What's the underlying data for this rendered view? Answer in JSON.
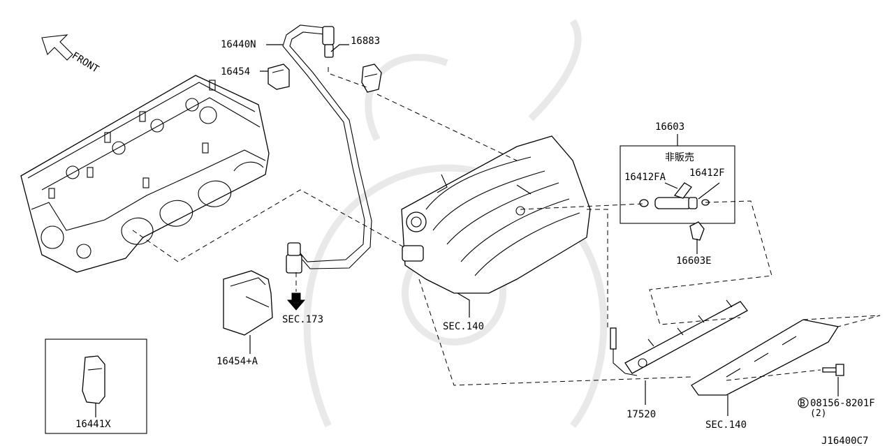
{
  "diagram": {
    "front_label": "FRONT",
    "not_for_sale_label": "非販売",
    "diagram_code": "J16400C7",
    "part_labels": {
      "p16440N": "16440N",
      "p16883": "16883",
      "p16454": "16454",
      "p16603": "16603",
      "p16412FA": "16412FA",
      "p16412F": "16412F",
      "p16603E": "16603E",
      "sec173": "SEC.173",
      "sec140_manifold": "SEC.140",
      "p16454A": "16454+A",
      "p16441X": "16441X",
      "p17520": "17520",
      "sec140_cover": "SEC.140",
      "bolt_code": "08156-8201F",
      "bolt_qty": "(2)",
      "bolt_prefix": "B"
    }
  }
}
